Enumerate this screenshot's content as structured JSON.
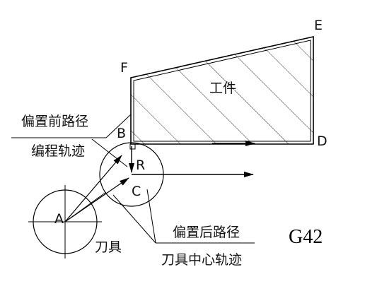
{
  "labels": {
    "A": "A",
    "B": "B",
    "C": "C",
    "D": "D",
    "E": "E",
    "F": "F",
    "R": "R"
  },
  "texts": {
    "workpiece": "工件",
    "path_before_offset": "偏置前路径",
    "programmed_path": "编程轨迹",
    "path_after_offset": "偏置后路径",
    "tool_center_path": "刀具中心轨迹",
    "tool": "刀具",
    "gcode": "G42"
  }
}
